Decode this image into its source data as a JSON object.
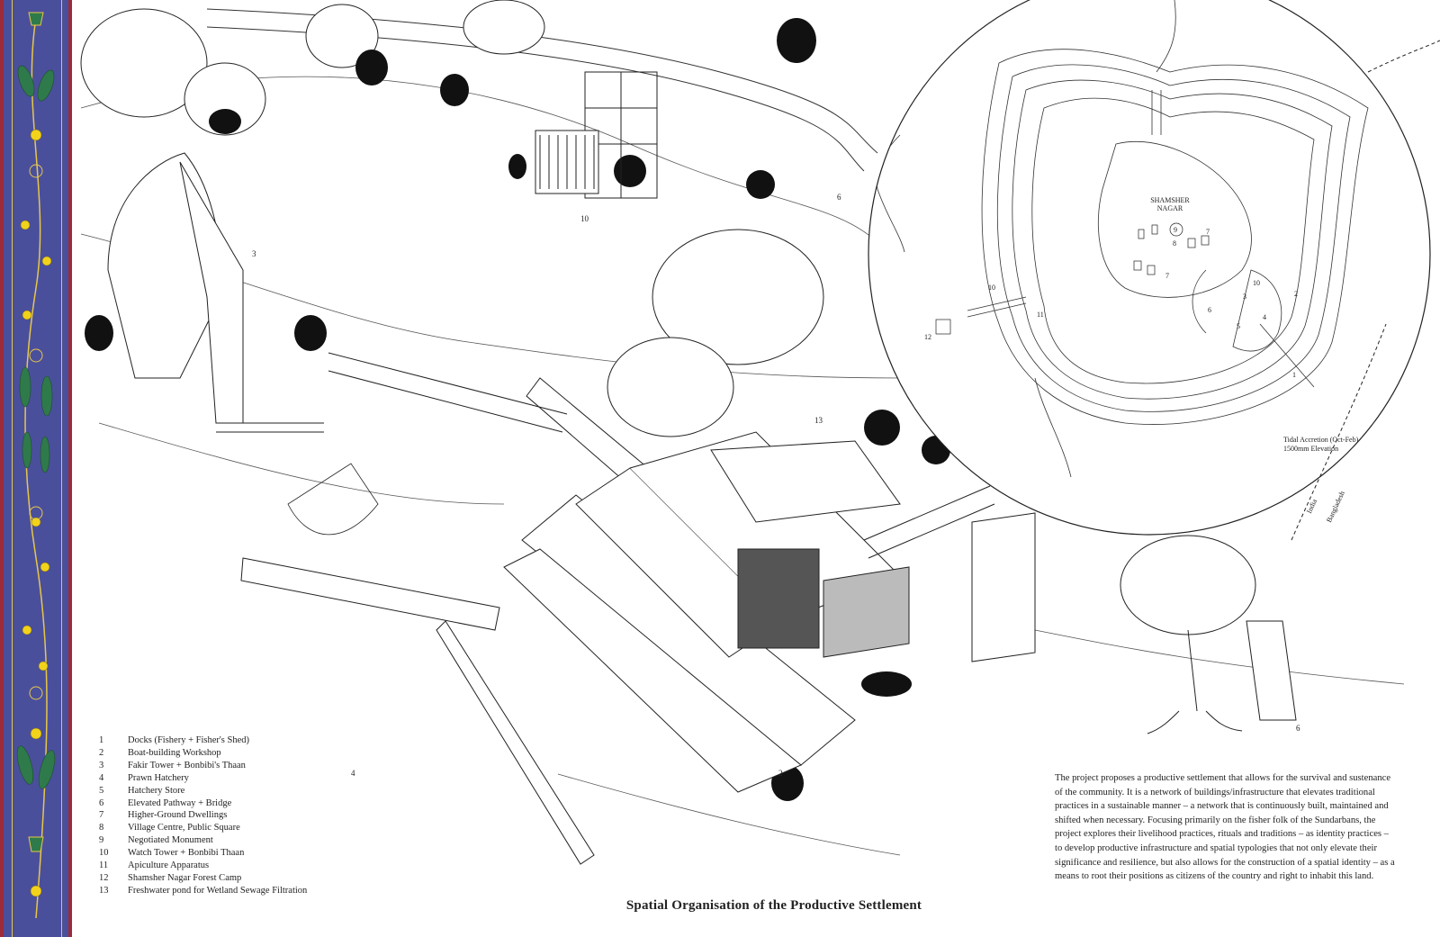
{
  "legend": [
    {
      "num": "1",
      "text": "Docks (Fishery + Fisher's Shed)"
    },
    {
      "num": "2",
      "text": "Boat-building Workshop"
    },
    {
      "num": "3",
      "text": "Fakir Tower + Bonbibi's Thaan"
    },
    {
      "num": "4",
      "text": "Prawn Hatchery"
    },
    {
      "num": "5",
      "text": "Hatchery Store"
    },
    {
      "num": "6",
      "text": "Elevated Pathway + Bridge"
    },
    {
      "num": "7",
      "text": "Higher-Ground Dwellings"
    },
    {
      "num": "8",
      "text": "Village Centre, Public Square"
    },
    {
      "num": "9",
      "text": "Negotiated Monument"
    },
    {
      "num": "10",
      "text": "Watch Tower + Bonbibi Thaan"
    },
    {
      "num": "11",
      "text": "Apiculture Apparatus"
    },
    {
      "num": "12",
      "text": "Shamsher Nagar Forest Camp"
    },
    {
      "num": "13",
      "text": "Freshwater pond for Wetland Sewage Filtration"
    }
  ],
  "caption": "Spatial Organisation of the Productive Settlement",
  "description": "The project proposes a productive settlement that allows for the survival and sustenance of the community. It is a network of buildings/infrastructure that elevates traditional practices in a sustainable manner – a network that is continuously built, maintained and shifted when necessary. Focusing primarily on the fisher folk of the Sundarbans, the project explores their livelihood practices, rituals and traditions – as identity practices – to develop productive infrastructure and spatial typologies that not only elevate their significance and resilience, but also allows for the construction of a spatial identity – as a means to root their positions as citizens of the country and right to inhabit this land.",
  "map": {
    "place_name": "SHAMSHER NAGAR",
    "tidal_note_line1": "Tidal Accretion (Oct-Feb)",
    "tidal_note_line2": "1500mm Elevation",
    "country_india": "India",
    "country_bangladesh": "Bangladesh",
    "numbers": [
      "1",
      "2",
      "3",
      "4",
      "5",
      "6",
      "7",
      "7",
      "8",
      "9",
      "10",
      "11",
      "12"
    ]
  },
  "drawing_numbers": [
    "2",
    "3",
    "4",
    "6",
    "6",
    "10",
    "13"
  ],
  "colors": {
    "border_blue": "#4a4f9c",
    "border_red": "#9b2b3a",
    "border_gold": "#e6c74a",
    "leaf_green": "#2f7a4a",
    "flower_yellow": "#f2d21b",
    "ink": "#222222"
  }
}
